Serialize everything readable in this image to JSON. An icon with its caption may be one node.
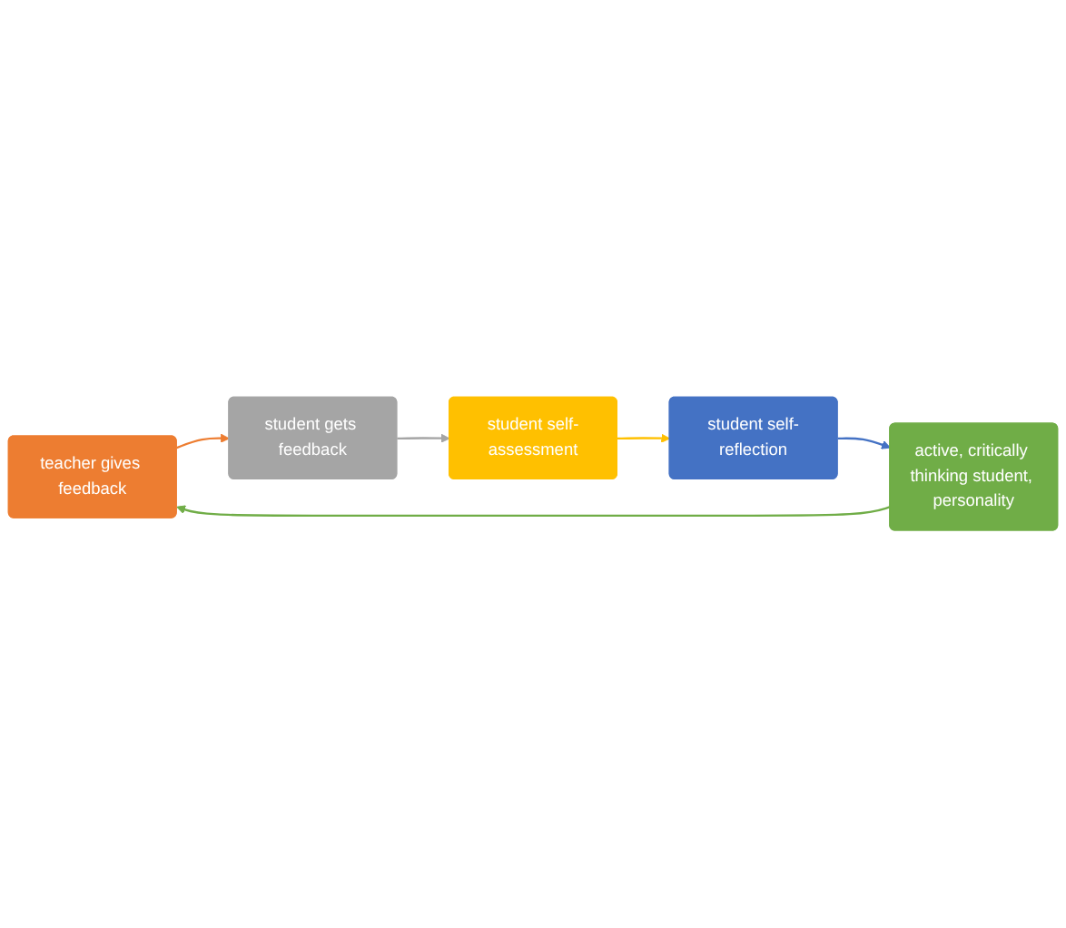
{
  "diagram": {
    "nodes": [
      {
        "text": [
          "teacher gives feedback"
        ]
      },
      {
        "text": [
          "student gets feedback"
        ]
      },
      {
        "text": [
          "student self-assessment"
        ]
      },
      {
        "text": [
          "student self-reflection"
        ]
      },
      {
        "text": [
          "active, critically thinking student, personality"
        ]
      }
    ],
    "edges": [
      {
        "from": 0,
        "to": 1,
        "arrow": "to",
        "color": "#ed7d31"
      },
      {
        "from": 1,
        "to": 2,
        "arrow": "to",
        "color": "#a5a5a5"
      },
      {
        "from": 2,
        "to": 3,
        "arrow": "to",
        "color": "#ffc000"
      },
      {
        "from": 3,
        "to": 4,
        "arrow": "to",
        "color": "#4472c4"
      },
      {
        "from": 4,
        "to": 0,
        "arrow": "to",
        "color": "#70ad47"
      }
    ]
  }
}
